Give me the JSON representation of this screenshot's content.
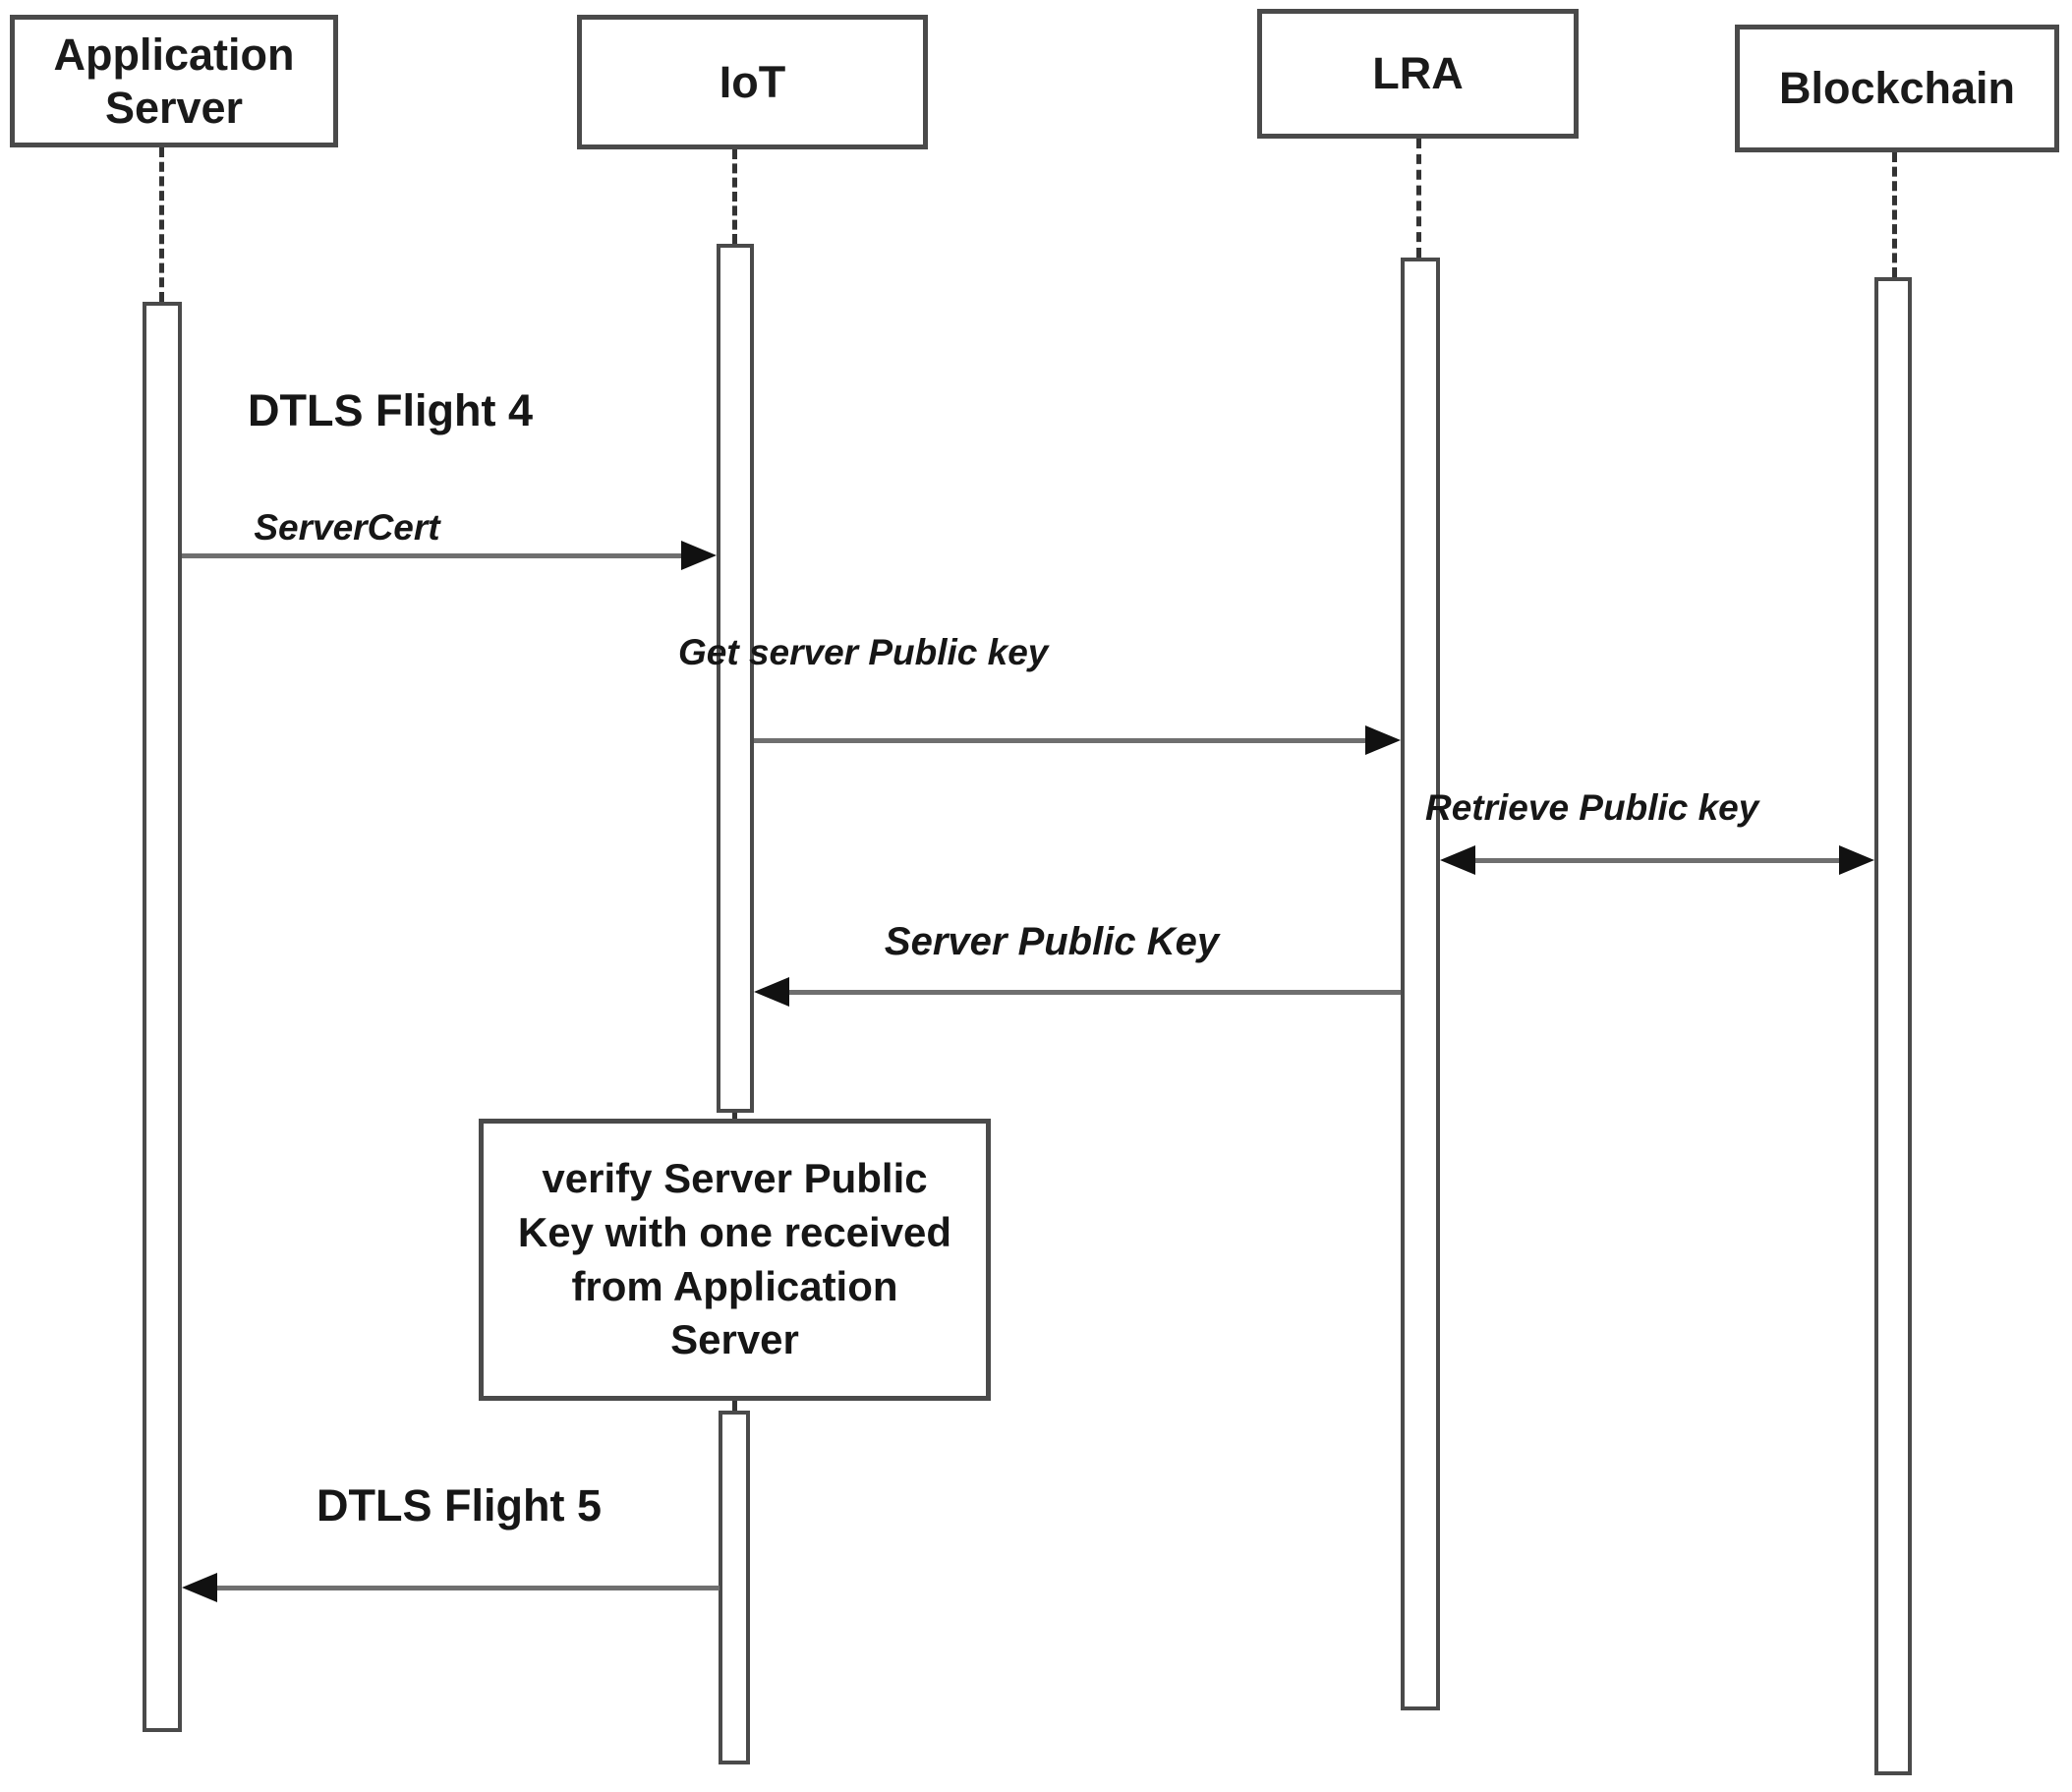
{
  "diagram_type": "uml-sequence-diagram",
  "colors": {
    "background": "#ffffff",
    "stroke": "#4a4a4a",
    "arrow_line": "#6f6f6f",
    "arrowhead": "#111111",
    "text": "#161616"
  },
  "actors": [
    {
      "id": "application-server",
      "label": "Application Server"
    },
    {
      "id": "iot",
      "label": "IoT"
    },
    {
      "id": "lra",
      "label": "LRA"
    },
    {
      "id": "blockchain",
      "label": "Blockchain"
    }
  ],
  "phases": [
    {
      "label": "DTLS Flight 4"
    },
    {
      "label": "DTLS Flight 5"
    }
  ],
  "messages": [
    {
      "label": "ServerCert",
      "from": "Application Server",
      "to": "IoT",
      "arrow": "right"
    },
    {
      "label": "Get server  Public key",
      "from": "IoT",
      "to": "LRA",
      "arrow": "right"
    },
    {
      "label": "Retrieve Public key",
      "from": "LRA",
      "to": "Blockchain",
      "arrow": "both"
    },
    {
      "label": "Server Public Key",
      "from": "LRA",
      "to": "IoT",
      "arrow": "left"
    },
    {
      "label": "",
      "from": "IoT",
      "to": "Application Server",
      "arrow": "left",
      "phase": "DTLS Flight 5"
    }
  ],
  "note": {
    "lines": [
      "verify Server Public",
      "Key with one received",
      "from Application",
      "Server"
    ],
    "attached_to": "IoT"
  }
}
